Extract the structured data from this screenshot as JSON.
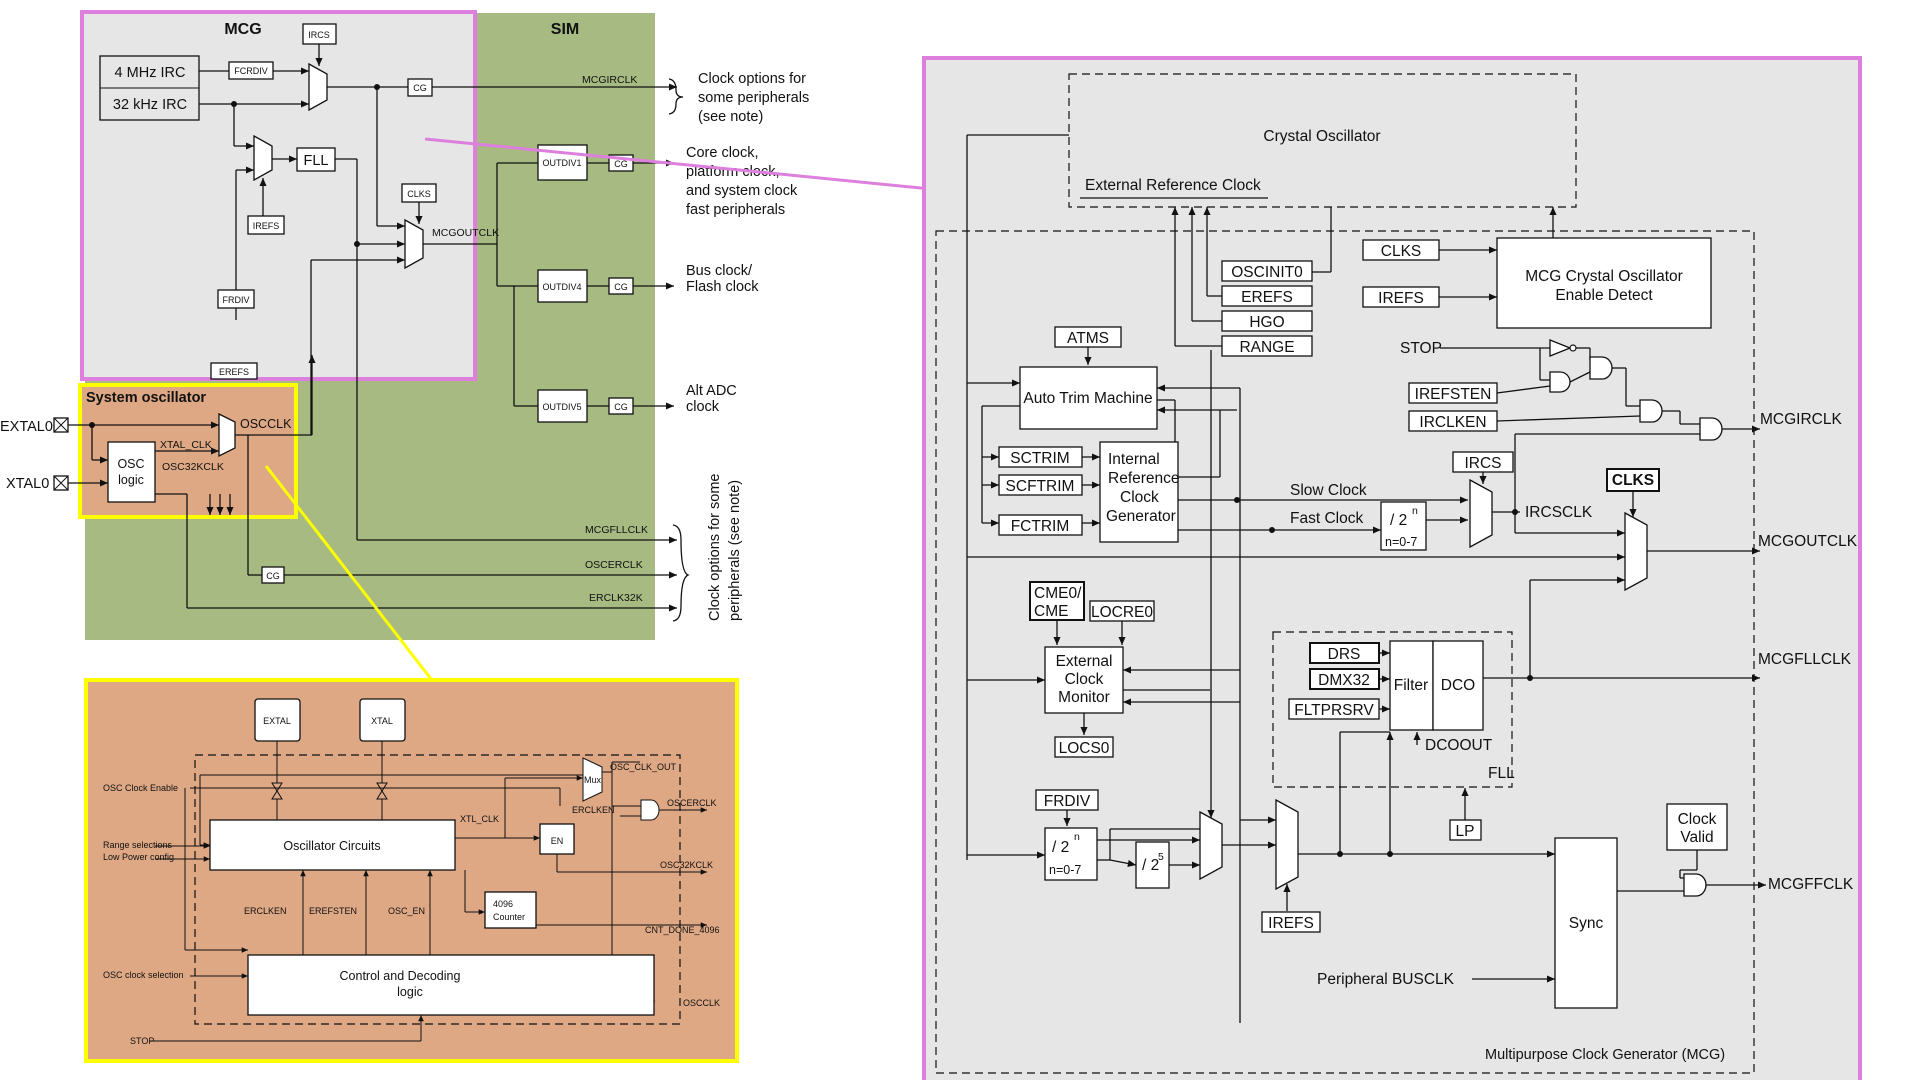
{
  "colors": {
    "mcg_panel_fill": "#e6e6e6",
    "mcg_panel_border": "#dd7fdd",
    "sim_fill": "#a6ba82",
    "osc_fill": "#dea885",
    "osc_border": "#ffff00",
    "arrow_magenta": "#dd7fdd",
    "arrow_yellow": "#ffff00"
  },
  "overview": {
    "mcg_title": "MCG",
    "sim_title": "SIM",
    "irc4m": "4 MHz IRC",
    "irc32k": "32 kHz IRC",
    "fcrdiv": "FCRDIV",
    "ircs": "IRCS",
    "cg": "CG",
    "mcgirclk": "MCGIRCLK",
    "fll": "FLL",
    "clks": "CLKS",
    "irefs": "IREFS",
    "mcgoutclk": "MCGOUTCLK",
    "frdiv": "FRDIV",
    "erefs": "EREFS",
    "outdiv1": "OUTDIV1",
    "outdiv4": "OUTDIV4",
    "outdiv5": "OUTDIV5",
    "note_clock_opts": [
      "Clock options for",
      "some peripherals",
      "(see note)"
    ],
    "note_core": [
      "Core clock,",
      "platform clock,",
      "and system clock",
      "fast peripherals"
    ],
    "note_bus": [
      "Bus clock/",
      "Flash clock"
    ],
    "note_adc": [
      "Alt ADC",
      "clock"
    ],
    "sysosc_title": "System oscillator",
    "extal0": "EXTAL0",
    "xtal0": "XTAL0",
    "osc_logic": [
      "OSC",
      "logic"
    ],
    "oscclk": "OSCCLK",
    "xtal_clk": "XTAL_CLK",
    "osc32kclk": "OSC32KCLK",
    "mcgfllclk": "MCGFLLCLK",
    "oscerclk": "OSCERCLK",
    "erclk32k": "ERCLK32K",
    "note_vertical": [
      "Clock options for some",
      "peripherals (see note)"
    ]
  },
  "osc_detail": {
    "extal": "EXTAL",
    "xtal": "XTAL",
    "osc_clock_enable": "OSC Clock Enable",
    "range_sel": "Range selections",
    "low_power": "Low Power config",
    "osc_circuits": "Oscillator Circuits",
    "xtl_clk": "XTL_CLK",
    "mux": "Mux",
    "osc_clk_out": "OSC_CLK_OUT",
    "erclken_gate": "ERCLKEN",
    "oscerclk": "OSCERCLK",
    "en": "EN",
    "osc32kclk": "OSC32KCLK",
    "erclken": "ERCLKEN",
    "erefsten": "EREFSTEN",
    "osc_en": "OSC_EN",
    "counter": [
      "4096",
      "Counter"
    ],
    "cnt_done": "CNT_DONE_4096",
    "osc_clock_sel": "OSC clock selection",
    "control_logic": [
      "Control and Decoding",
      "logic"
    ],
    "oscclk": "OSCCLK",
    "stop": "STOP"
  },
  "mcg_detail": {
    "crystal_osc": "Crystal Oscillator",
    "ext_ref_clock": "External Reference Clock",
    "oscinit0": "OSCINIT0",
    "erefs": "EREFS",
    "hgo": "HGO",
    "range": "RANGE",
    "clks": "CLKS",
    "irefs": "IREFS",
    "crystal_enable": [
      "MCG Crystal Oscillator",
      "Enable Detect"
    ],
    "stop": "STOP",
    "atms": "ATMS",
    "auto_trim": "Auto Trim Machine",
    "irefsten": "IREFSTEN",
    "irclken": "IRCLKEN",
    "mcgirclk": "MCGIRCLK",
    "sctrim": "SCTRIM",
    "scftrim": "SCFTRIM",
    "fctrim": "FCTRIM",
    "irc_gen": [
      "Internal",
      "Reference",
      "Clock",
      "Generator"
    ],
    "slow_clock": "Slow Clock",
    "fast_clock": "Fast Clock",
    "div2n": "/ 2",
    "sup_n": "n",
    "n07": "n=0-7",
    "ircs": "IRCS",
    "ircsclk": "IRCSCLK",
    "clks_bold": "CLKS",
    "mcgoutclk": "MCGOUTCLK",
    "cme0": [
      "CME0/",
      "CME"
    ],
    "locre0": "LOCRE0",
    "ext_clock_monitor": [
      "External",
      "Clock",
      "Monitor"
    ],
    "locs0": "LOCS0",
    "drs": "DRS",
    "dmx32": "DMX32",
    "fltprsrv": "FLTPRSRV",
    "filter": "Filter",
    "dco": "DCO",
    "dcoout": "DCOOUT",
    "fll": "FLL",
    "mcgfllclk": "MCGFLLCLK",
    "frdiv": "FRDIV",
    "div25": "/ 2",
    "sup5": "5",
    "lp": "LP",
    "clock_valid": [
      "Clock",
      "Valid"
    ],
    "mcgffclk": "MCGFFCLK",
    "sync": "Sync",
    "periph_busclk": "Peripheral BUSCLK",
    "footer": "Multipurpose Clock Generator (MCG)"
  }
}
